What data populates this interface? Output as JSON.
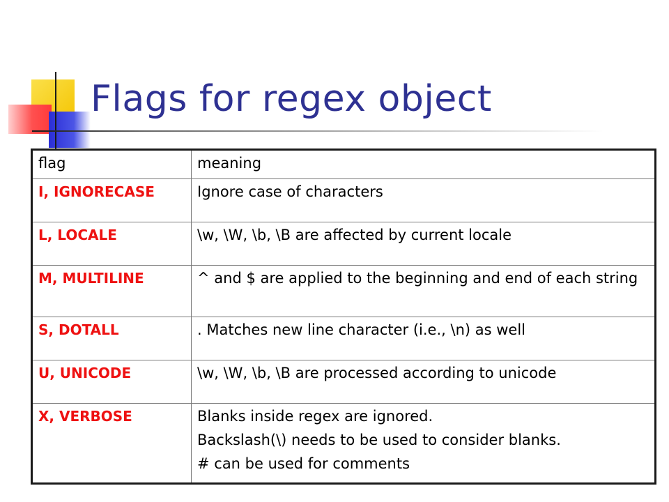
{
  "slide": {
    "title": "Flags for regex object"
  },
  "table": {
    "headers": [
      "flag",
      "meaning"
    ],
    "rows": [
      {
        "flag": "I, IGNORECASE",
        "meaning": [
          "Ignore case of characters"
        ]
      },
      {
        "flag": "L, LOCALE",
        "meaning": [
          "\\w, \\W, \\b, \\B are affected by current locale"
        ]
      },
      {
        "flag": "M, MULTILINE",
        "meaning": [
          "^ and $ are applied to the beginning and end of each string"
        ]
      },
      {
        "flag": "S, DOTALL",
        "meaning": [
          ". Matches new line character (i.e., \\n) as well"
        ]
      },
      {
        "flag": "U, UNICODE",
        "meaning": [
          "\\w, \\W, \\b, \\B are processed according to unicode"
        ]
      },
      {
        "flag": "X, VERBOSE",
        "meaning": [
          "Blanks inside regex are ignored.",
          "Backslash(\\) needs to be used to consider blanks.",
          "# can be used for comments"
        ]
      }
    ]
  },
  "colors": {
    "title": "#2e3192",
    "flag_text": "#ee1111",
    "accent_yellow": "#f7d316",
    "accent_blue": "#2b2ed6",
    "accent_red": "#ff3a3a"
  }
}
